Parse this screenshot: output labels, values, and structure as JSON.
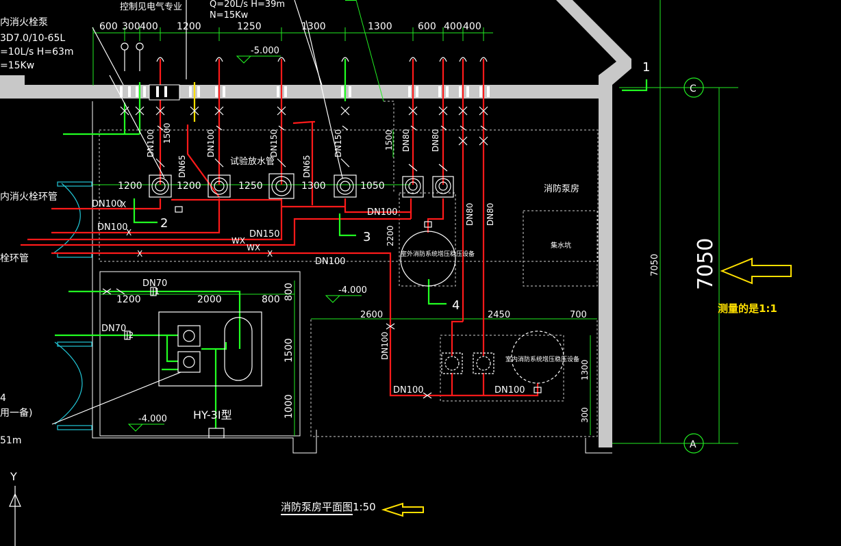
{
  "colors": {
    "background": "#000000",
    "wall": "#c8c8c8",
    "fire_pipe": "#ff1a1a",
    "water_pipe": "#22ff22",
    "dimension": "#22ee22",
    "text": "#ffffff",
    "annotation": "#ffe000"
  },
  "header_notes": {
    "control_note": "控制见电气专业",
    "pump_flow_a": "Q=20L/s  H=39m",
    "pump_power_a": "N=15Kw",
    "hydrant_pump_title": "内消火栓泵",
    "hydrant_pump_model": "3D7.0/10-65L",
    "hydrant_pump_flow": "=10L/s  H=63m",
    "hydrant_pump_power": "=15Kw"
  },
  "top_dims": [
    "600",
    "300",
    "400",
    "1200",
    "1250",
    "1300",
    "1300",
    "600",
    "400",
    "400"
  ],
  "pump_row_dims": [
    "1200",
    "1200",
    "1250",
    "1300",
    "1050"
  ],
  "labels": {
    "level_top": "-5.000",
    "level_mid": "-4.000",
    "level_low": "-4.000",
    "test_drain": "试验放水管",
    "pump_room": "消防泵房",
    "sump": "集水坑",
    "outdoor_tank": "室外消防系统增压稳压设备",
    "indoor_tank": "室内消防系统增压稳压设备",
    "hydrant_loop": "内消火栓环管",
    "loop_short": "栓环管",
    "model_hy": "HY-3I型",
    "standby_a": "4",
    "standby_b": "用一备)",
    "standby_c": "51m",
    "plan_title": "消防泵房平面图1:50",
    "measure_note": "测量的是1:1",
    "axis_y": "Y",
    "axis_c": "C",
    "axis_a": "A",
    "section_1": "1",
    "section_2": "2",
    "section_3": "3",
    "section_4": "4"
  },
  "pipe_labels": {
    "dn100": "DN100",
    "dn150": "DN150",
    "dn65": "DN65",
    "dn80": "DN80",
    "dn70": "DN70",
    "wx": "WX",
    "j1": "J1",
    "j2": "J2",
    "x": "X"
  },
  "side_dims": {
    "vert_1500": "1500",
    "vert_800": "800",
    "vert_1500b": "1500",
    "vert_1000": "1000",
    "horiz_1200": "1200",
    "horiz_2000": "2000",
    "horiz_800": "800",
    "room_2600": "2600",
    "room_2450": "2450",
    "room_700": "700",
    "right_1300": "1300",
    "right_300": "300",
    "mid_1500": "1500",
    "left_2200": "2200",
    "total_small": "7050",
    "total_big": "7050"
  }
}
